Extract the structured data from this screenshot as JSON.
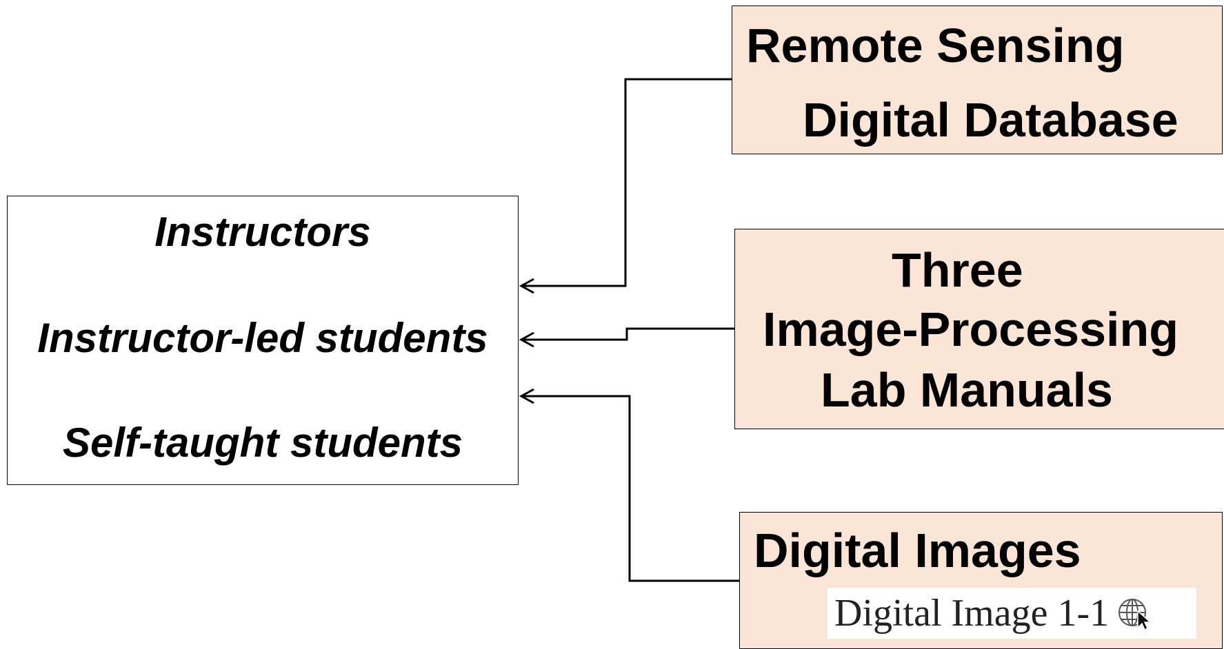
{
  "audience": {
    "lines": [
      "Instructors",
      "Instructor-led students",
      "Self-taught students"
    ]
  },
  "sources": {
    "database": {
      "line1": "Remote Sensing",
      "line2": "Digital Database"
    },
    "manuals": {
      "line1": "Three",
      "line2": "Image-Processing",
      "line3": "Lab Manuals"
    },
    "images": {
      "title": "Digital Images",
      "link_label": "Digital Image 1-1",
      "link_icon": "globe-cursor-icon"
    }
  },
  "colors": {
    "source_fill": "#fbe5d6",
    "line": "#000000"
  }
}
